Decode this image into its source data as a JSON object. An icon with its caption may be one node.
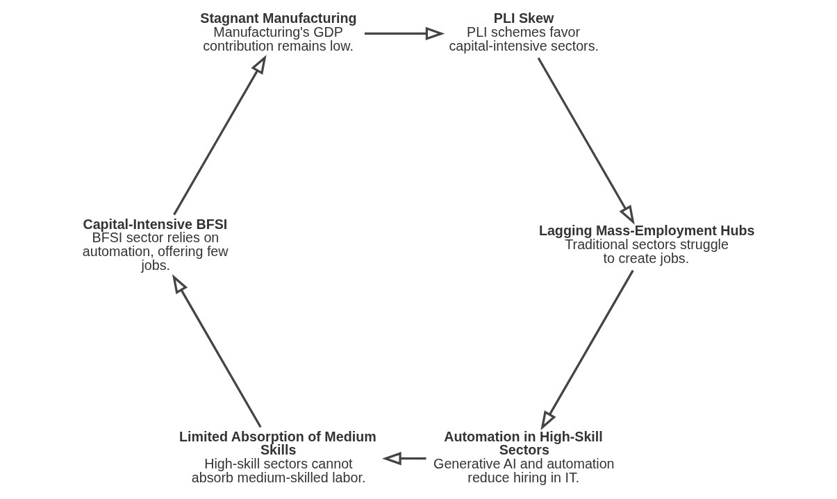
{
  "diagram": {
    "nodes": [
      {
        "text": [
          "Automation in High-Skill Sectors",
          "Generative AI and automation reduce hiring in IT."
        ]
      },
      {
        "text": [
          "Limited Absorption of Medium Skills",
          "High-skill sectors cannot absorb medium-skilled labor."
        ]
      },
      {
        "text": [
          "Capital-Intensive BFSI",
          "BFSI sector relies on automation, offering few jobs."
        ]
      },
      {
        "text": [
          "Stagnant Manufacturing",
          "Manufacturing's GDP contribution remains low."
        ]
      },
      {
        "text": [
          "PLI Skew",
          "PLI schemes favor capital-intensive sectors."
        ]
      },
      {
        "text": [
          "Lagging Mass-Employment Hubs",
          "Traditional sectors struggle to create jobs."
        ]
      }
    ],
    "edges": [
      {
        "from": 0,
        "to": 1,
        "arrow": "to"
      },
      {
        "from": 1,
        "to": 2,
        "arrow": "to"
      },
      {
        "from": 2,
        "to": 3,
        "arrow": "to"
      },
      {
        "from": 3,
        "to": 4,
        "arrow": "to"
      },
      {
        "from": 4,
        "to": 5,
        "arrow": "to"
      },
      {
        "from": 5,
        "to": 0,
        "arrow": "to"
      }
    ]
  }
}
